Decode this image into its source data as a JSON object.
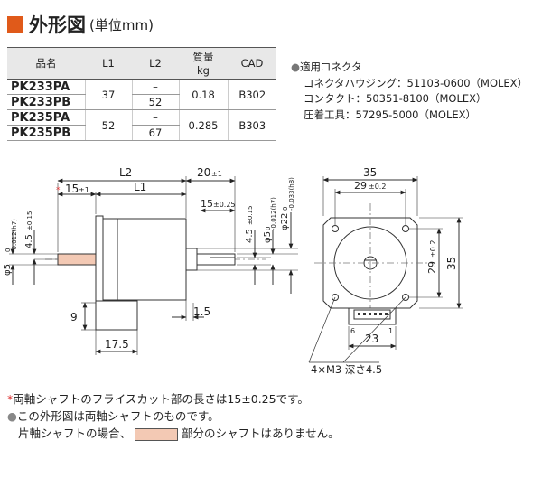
{
  "title": {
    "main": "外形図",
    "sub": "(単位mm)",
    "accent_color": "#e05a1a"
  },
  "table": {
    "headers": {
      "model": "品名",
      "l1": "L1",
      "l2": "L2",
      "mass_1": "質量",
      "mass_2": "kg",
      "cad": "CAD"
    },
    "rows": [
      {
        "model": "PK233PA",
        "l1": "37",
        "l2": "–",
        "mass": "0.18",
        "cad": "B302"
      },
      {
        "model": "PK233PB",
        "l2": "52"
      },
      {
        "model": "PK235PA",
        "l1": "52",
        "l2": "–",
        "mass": "0.285",
        "cad": "B303"
      },
      {
        "model": "PK235PB",
        "l2": "67"
      }
    ]
  },
  "connector": {
    "title": "適用コネクタ",
    "housing": "コネクタハウジング：51103-0600（MOLEX）",
    "contact": "コンタクト：50351-8100（MOLEX）",
    "tool": "圧着工具：57295-5000（MOLEX）"
  },
  "side_view": {
    "l2": "L2",
    "l1": "L1",
    "d20": "20",
    "d20_tol": "±1",
    "d15": "15",
    "d15_tol": "±1",
    "d15b": "15",
    "d15b_tol": "±0.25",
    "d45": "4.5",
    "d45_tol": "±0.15",
    "d45b": "4.5",
    "d45b_tol": "±0.15",
    "phi5": "φ5",
    "phi5_tol": "0 -0.012(h7)",
    "phi22": "φ22",
    "phi22_tol": "0 -0.033(h8)",
    "d9": "9",
    "d15c": "1.5",
    "d175": "17.5"
  },
  "front_view": {
    "w35": "35",
    "w29": "29",
    "w29_tol": "±0.2",
    "h29": "29",
    "h29_tol": "±0.2",
    "h35": "35",
    "w23": "23",
    "pin6": "6",
    "pin1": "1",
    "holes": "4×M3 深さ4.5"
  },
  "notes": {
    "n1": "両軸シャフトのフライスカット部の長さは15±0.25です。",
    "n2": "この外形図は両軸シャフトのものです。",
    "n3a": "片軸シャフトの場合、",
    "n3b": "部分のシャフトはありません。",
    "shaft_color": "#f3c9b4"
  }
}
